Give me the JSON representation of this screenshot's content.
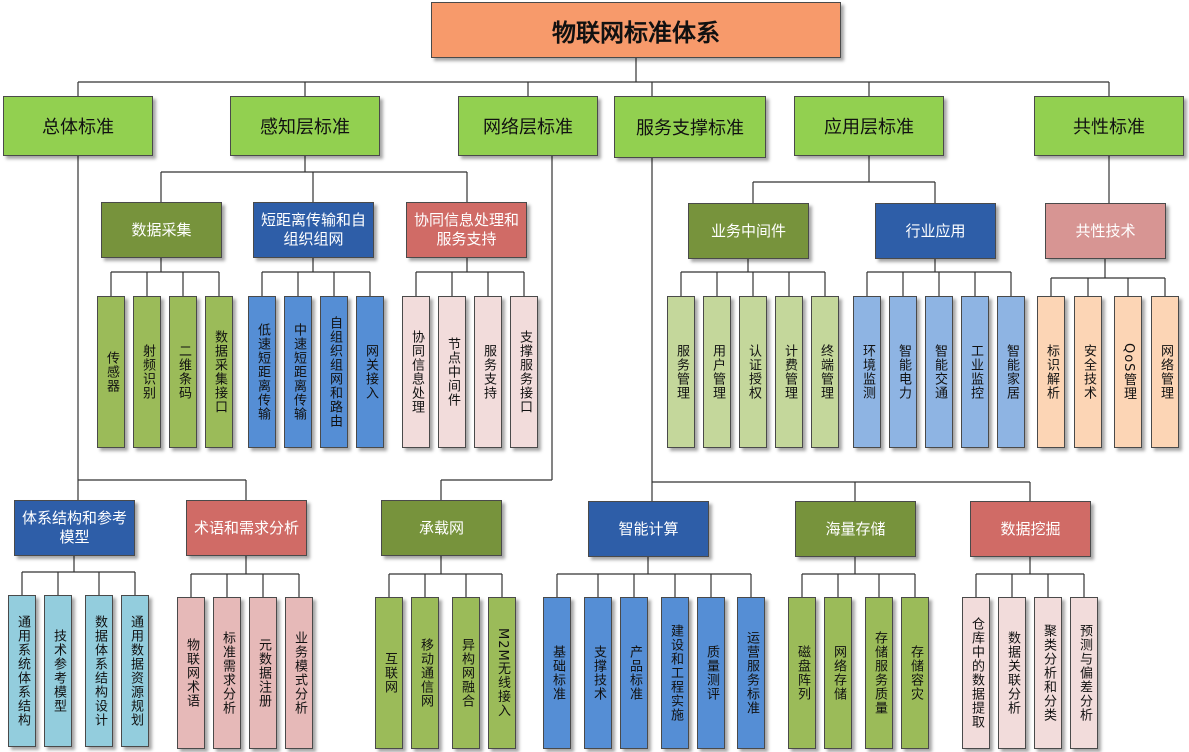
{
  "title": "物联网标准体系",
  "level1": [
    "总体标准",
    "感知层标准",
    "网络层标准",
    "服务支撑标准",
    "应用层标准",
    "共性标准"
  ],
  "upper_groups": [
    {
      "label": "数据采集",
      "items": [
        "传感器",
        "射频识别",
        "二维条码",
        "数据采集接口"
      ]
    },
    {
      "label": "短距离传输和自组织组网",
      "items": [
        "低速短距离传输",
        "中速短距离传输",
        "自组织组网和路由",
        "网关接入"
      ]
    },
    {
      "label": "协同信息处理和服务支持",
      "items": [
        "协同信息处理",
        "节点中间件",
        "服务支持",
        "支撑服务接口"
      ]
    },
    {
      "label": "业务中间件",
      "items": [
        "服务管理",
        "用户管理",
        "认证授权",
        "计费管理",
        "终端管理"
      ]
    },
    {
      "label": "行业应用",
      "items": [
        "环境监测",
        "智能电力",
        "智能交通",
        "工业监控",
        "智能家居"
      ]
    },
    {
      "label": "共性技术",
      "items": [
        "标识解析",
        "安全技术",
        "QoS管理",
        "网络管理"
      ]
    }
  ],
  "lower_groups": [
    {
      "label": "体系结构和参考模型",
      "items": [
        "通用系统体系结构",
        "技术参考模型",
        "数据体系结构设计",
        "通用数据资源规划"
      ]
    },
    {
      "label": "术语和需求分析",
      "items": [
        "物联网术语",
        "标准需求分析",
        "元数据注册",
        "业务模式分析"
      ]
    },
    {
      "label": "承载网",
      "items": [
        "互联网",
        "移动通信网",
        "异构网融合",
        "M2M无线接入"
      ]
    },
    {
      "label": "智能计算",
      "items": [
        "基础标准",
        "支撑技术",
        "产品标准",
        "建设和工程实施",
        "质量测评",
        "运营服务标准"
      ]
    },
    {
      "label": "海量存储",
      "items": [
        "磁盘阵列",
        "网络存储",
        "存储服务质量",
        "存储容灾"
      ]
    },
    {
      "label": "数据挖掘",
      "items": [
        "仓库中的数据提取",
        "数据关联分析",
        "聚类分析和分类",
        "预测与偏差分析"
      ]
    }
  ]
}
